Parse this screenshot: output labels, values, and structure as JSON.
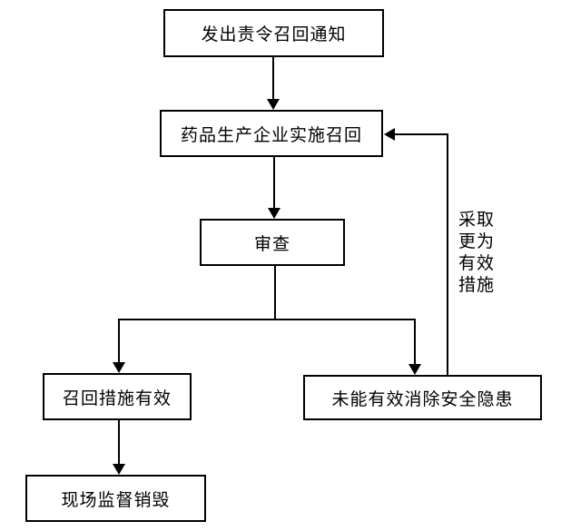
{
  "diagram": {
    "type": "flowchart",
    "background": "#ffffff",
    "colors": {
      "box_border": "#000000",
      "box_fill": "#ffffff",
      "text": "#000000",
      "line": "#000000"
    },
    "nodes": [
      {
        "id": "notice",
        "label": "发出责令召回通知"
      },
      {
        "id": "implement",
        "label": "药品生产企业实施召回"
      },
      {
        "id": "review",
        "label": "审查"
      },
      {
        "id": "effective",
        "label": "召回措施有效"
      },
      {
        "id": "failed",
        "label": "未能有效消除安全隐患"
      },
      {
        "id": "destroy",
        "label": "现场监督销毁"
      }
    ],
    "edges": [
      {
        "from": "notice",
        "to": "implement",
        "label": ""
      },
      {
        "from": "implement",
        "to": "review",
        "label": ""
      },
      {
        "from": "review",
        "to": "effective",
        "label": ""
      },
      {
        "from": "review",
        "to": "failed",
        "label": ""
      },
      {
        "from": "effective",
        "to": "destroy",
        "label": ""
      },
      {
        "from": "failed",
        "to": "implement",
        "label": "采取更为有效措施"
      }
    ],
    "feedback_label": {
      "text": "采取更为有效措施",
      "lines": [
        "采取",
        "更为",
        "有效",
        "措施"
      ]
    }
  }
}
